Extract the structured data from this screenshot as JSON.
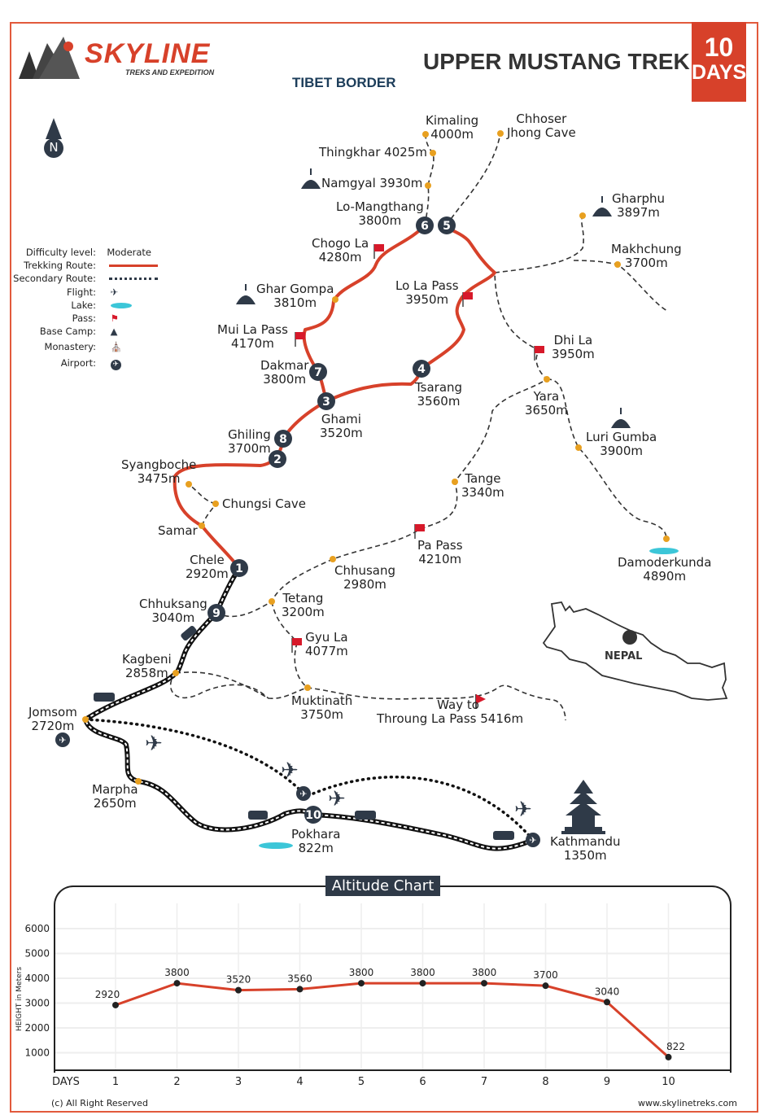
{
  "header": {
    "logo_text": "SKYLINE",
    "logo_tagline": "TREKS AND EXPEDITION",
    "title": "UPPER MUSTANG TREK",
    "days_number": "10",
    "days_label": "DAYS",
    "tibet_border": "TIBET BORDER"
  },
  "compass": "N",
  "legend": {
    "items": [
      {
        "key": "Difficulty level:",
        "value": "Moderate"
      },
      {
        "key": "Trekking Route:",
        "icon": "red-line"
      },
      {
        "key": "Secondary Route:",
        "icon": "dotted-line"
      },
      {
        "key": "Flight:",
        "icon": "airplane-icon"
      },
      {
        "key": "Lake:",
        "icon": "lake-icon"
      },
      {
        "key": "Pass:",
        "icon": "flag-icon"
      },
      {
        "key": "Base Camp:",
        "icon": "tent-icon"
      },
      {
        "key": "Monastery:",
        "icon": "monastery-icon"
      },
      {
        "key": "Airport:",
        "icon": "airport-icon"
      }
    ]
  },
  "places": [
    {
      "name": "Kimaling",
      "alt": "4000m"
    },
    {
      "name": "Chhoser",
      "alt": "Jhong Cave"
    },
    {
      "name": "Thingkhar 4025m"
    },
    {
      "name": "Namgyal 3930m"
    },
    {
      "name": "Lo-Mangthang",
      "alt": "3800m"
    },
    {
      "name": "Gharphu",
      "alt": "3897m"
    },
    {
      "name": "Makhchung",
      "alt": "3700m"
    },
    {
      "name": "Chogo La",
      "alt": "4280m"
    },
    {
      "name": "Lo La Pass",
      "alt": "3950m"
    },
    {
      "name": "Ghar Gompa",
      "alt": "3810m"
    },
    {
      "name": "Mui La Pass",
      "alt": "4170m"
    },
    {
      "name": "Dhi La",
      "alt": "3950m"
    },
    {
      "name": "Dakmar",
      "alt": "3800m"
    },
    {
      "name": "Tsarang",
      "alt": "3560m"
    },
    {
      "name": "Yara",
      "alt": "3650m"
    },
    {
      "name": "Ghami",
      "alt": "3520m"
    },
    {
      "name": "Luri Gumba",
      "alt": "3900m"
    },
    {
      "name": "Ghiling",
      "alt": "3700m"
    },
    {
      "name": "Syangboche",
      "alt": "3475m"
    },
    {
      "name": "Tange",
      "alt": "3340m"
    },
    {
      "name": "Chungsi Cave"
    },
    {
      "name": "Samar"
    },
    {
      "name": "Pa Pass",
      "alt": "4210m"
    },
    {
      "name": "Damoderkunda",
      "alt": "4890m"
    },
    {
      "name": "Chele",
      "alt": "2920m"
    },
    {
      "name": "Chhusang",
      "alt": "2980m"
    },
    {
      "name": "Tetang",
      "alt": "3200m"
    },
    {
      "name": "Chhuksang",
      "alt": "3040m"
    },
    {
      "name": "Gyu La",
      "alt": "4077m"
    },
    {
      "name": "Kagbeni",
      "alt": "2858m"
    },
    {
      "name": "Muktinath",
      "alt": "3750m"
    },
    {
      "name": "Jomsom",
      "alt": "2720m"
    },
    {
      "name": "Marpha",
      "alt": "2650m"
    },
    {
      "name": "Pokhara",
      "alt": "822m"
    },
    {
      "name": "Kathmandu",
      "alt": "1350m"
    },
    {
      "name": "Way to",
      "alt": "Throung La Pass 5416m"
    }
  ],
  "day_markers": [
    "1",
    "2",
    "3",
    "4",
    "5",
    "6",
    "7",
    "8",
    "9",
    "10"
  ],
  "inset": {
    "country": "NEPAL"
  },
  "colors": {
    "route": "#d7412a",
    "dark": "#2f3a48",
    "dot": "#e8a020",
    "lake": "#3cc6d8"
  },
  "chart_data": {
    "type": "line",
    "title": "Altitude Chart",
    "xlabel": "DAYS",
    "ylabel": "HEIGHT in Meters",
    "categories": [
      "1",
      "2",
      "3",
      "4",
      "5",
      "6",
      "7",
      "8",
      "9",
      "10"
    ],
    "values": [
      2920,
      3800,
      3520,
      3560,
      3800,
      3800,
      3800,
      3700,
      3040,
      822
    ],
    "yticks": [
      "1000",
      "2000",
      "3000",
      "4000",
      "5000",
      "6000"
    ],
    "ylim": [
      0,
      7000
    ],
    "grid": true
  },
  "footer": {
    "copyright": "(c) All Right Reserved",
    "website": "www.skylinetreks.com"
  }
}
